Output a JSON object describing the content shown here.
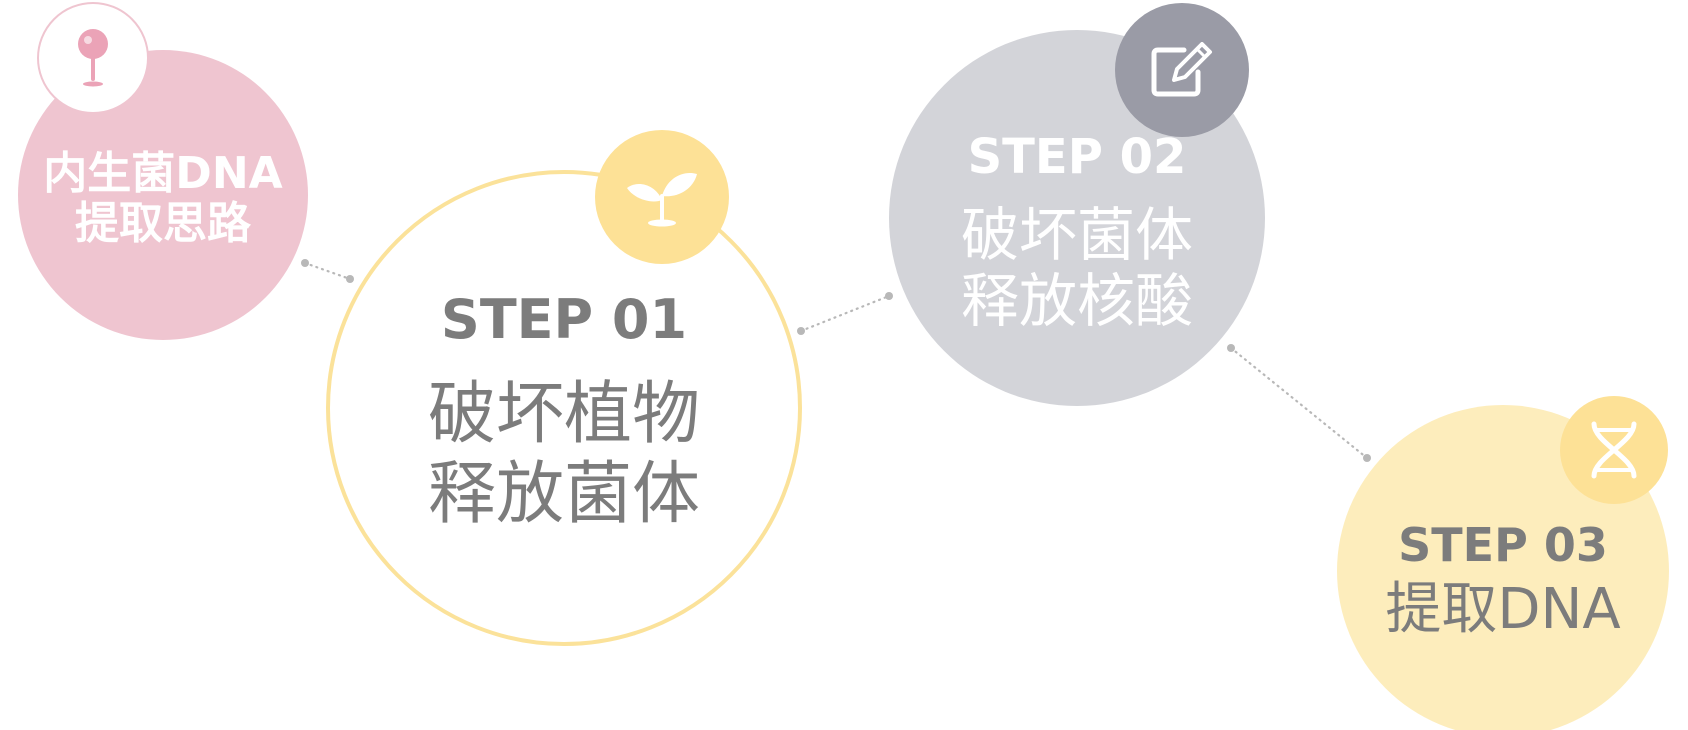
{
  "colors": {
    "pink": "#efc5d0",
    "pink_icon": "#eba3b7",
    "yellow_border": "#fbe29a",
    "yellow_badge": "#fde196",
    "yellow_fill": "#fdedbc",
    "gray_fill": "#d3d4d9",
    "gray_badge": "#9a9ba6",
    "text_gray": "#7c7c7c",
    "white": "#ffffff",
    "dot": "#b8b8b8"
  },
  "intro": {
    "line1": "内生菌DNA",
    "line2": "提取思路",
    "icon": "pushpin-icon"
  },
  "steps": [
    {
      "label": "STEP 01",
      "line1": "破坏植物",
      "line2": "释放菌体",
      "icon": "sprout-icon"
    },
    {
      "label": "STEP 02",
      "line1": "破坏菌体",
      "line2": "释放核酸",
      "icon": "edit-icon"
    },
    {
      "label": "STEP 03",
      "line1": "提取DNA",
      "icon": "dna-icon"
    }
  ]
}
